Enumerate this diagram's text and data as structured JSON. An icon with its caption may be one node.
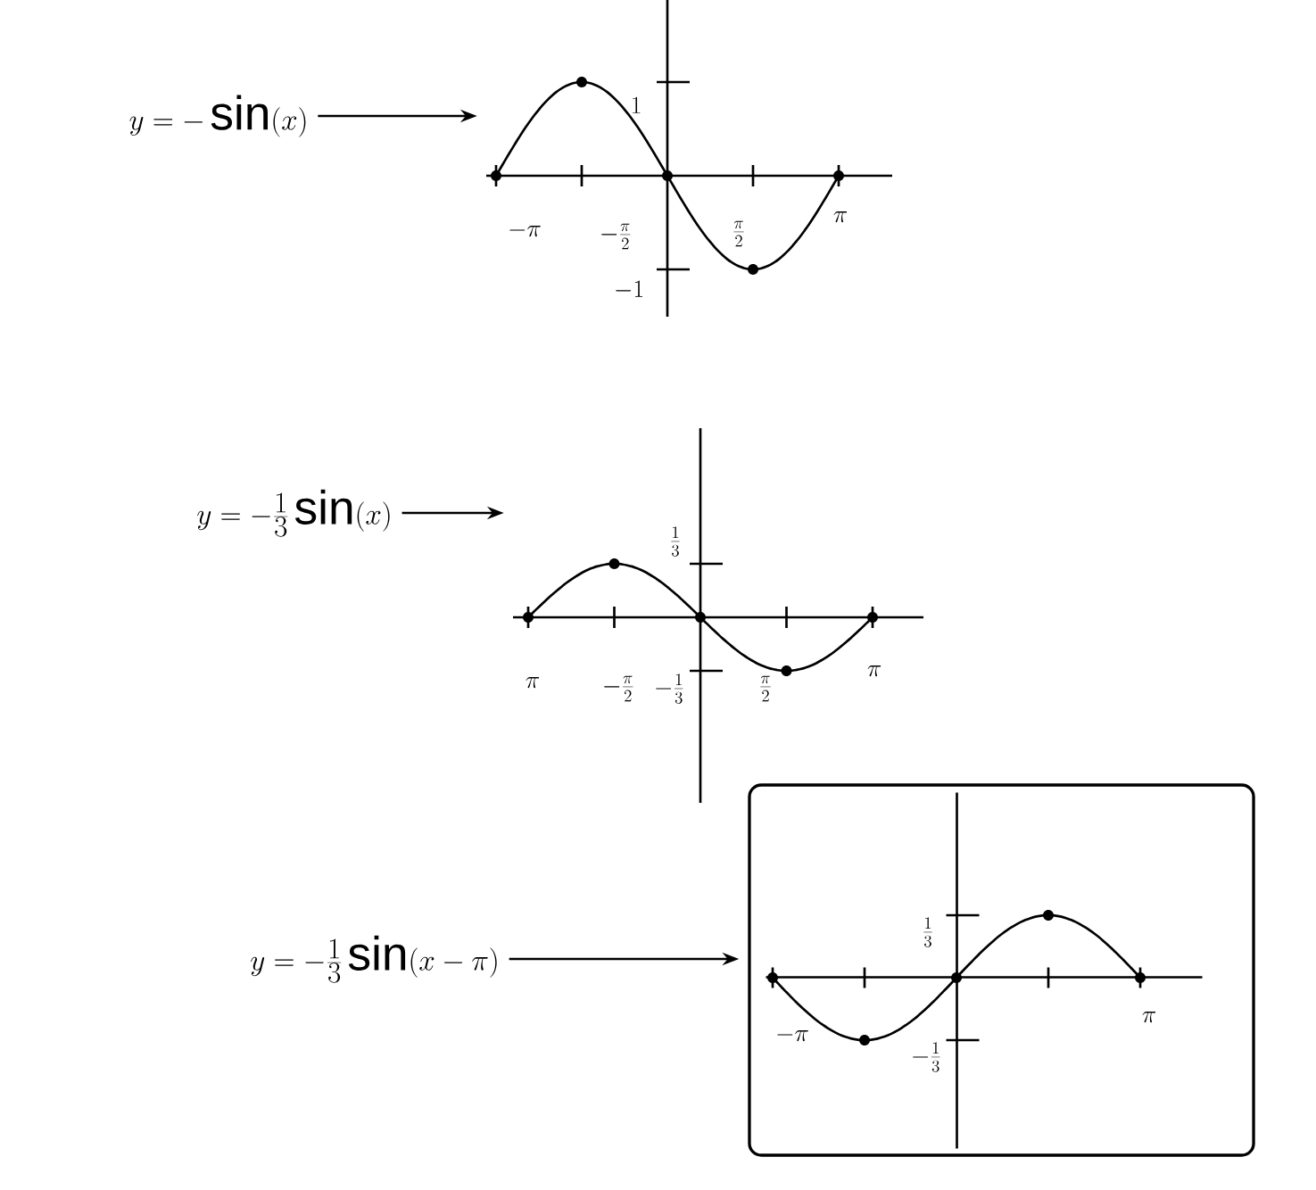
{
  "diagram": {
    "nodes": [
      {
        "text": [
          "y=-\\sin(x)"
        ]
      },
      {
        "text": [
          "y=-\\frac{1}{3}\\sin(x)"
        ]
      },
      {
        "text": [
          "y=-\\frac{1}{3}\\sin(x-\\pi)"
        ]
      },
      {
        "text": [],
        "shape": "graph"
      },
      {
        "text": [],
        "shape": "graph"
      },
      {
        "text": [],
        "shape": "box"
      },
      {
        "text": [],
        "shape": "graph",
        "in": 5
      }
    ],
    "edges": [
      {
        "from": 0,
        "to": 3,
        "arrow": "to"
      },
      {
        "from": 1,
        "to": 4,
        "arrow": "to"
      },
      {
        "from": 2,
        "to": 5,
        "arrow": "to"
      }
    ],
    "labels": [
      "1",
      "-\\pi",
      "-\\frac{\\pi}{2}",
      "\\frac{\\pi}{2}",
      "\\pi",
      "-1",
      "\\frac{1}{3}",
      "\\pi",
      "-\\frac{\\pi}{2}",
      "-\\frac{1}{3}",
      "\\frac{\\pi}{2}",
      "\\pi",
      "\\frac{1}{3}",
      "-\\pi",
      "-\\frac{1}{3}",
      "\\pi"
    ]
  }
}
